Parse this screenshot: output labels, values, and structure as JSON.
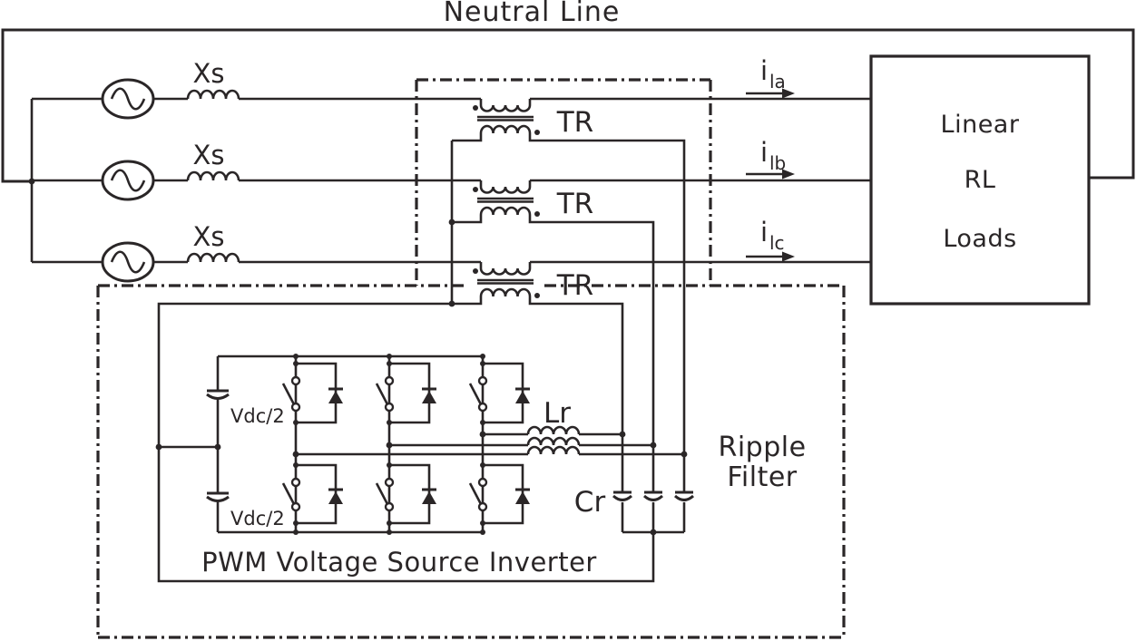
{
  "colors": {
    "ink": "#2a2627",
    "background": "#ffffff"
  },
  "title": {
    "neutral_line": "Neutral Line"
  },
  "sources": {
    "impedance_labels": [
      "Xs",
      "Xs",
      "Xs"
    ]
  },
  "transformers": {
    "labels": [
      "TR",
      "TR",
      "TR"
    ]
  },
  "currents": [
    {
      "base": "i",
      "sub": "la"
    },
    {
      "base": "i",
      "sub": "lb"
    },
    {
      "base": "i",
      "sub": "lc"
    }
  ],
  "load": {
    "lines": [
      "Linear",
      "RL",
      "Loads"
    ]
  },
  "inverter": {
    "caption": "PWM Voltage Source Inverter",
    "dc_labels": [
      "Vdc/2",
      "Vdc/2"
    ]
  },
  "filter": {
    "inductor_label": "Lr",
    "capacitor_label": "Cr",
    "caption_line1": "Ripple",
    "caption_line2": "Filter"
  }
}
